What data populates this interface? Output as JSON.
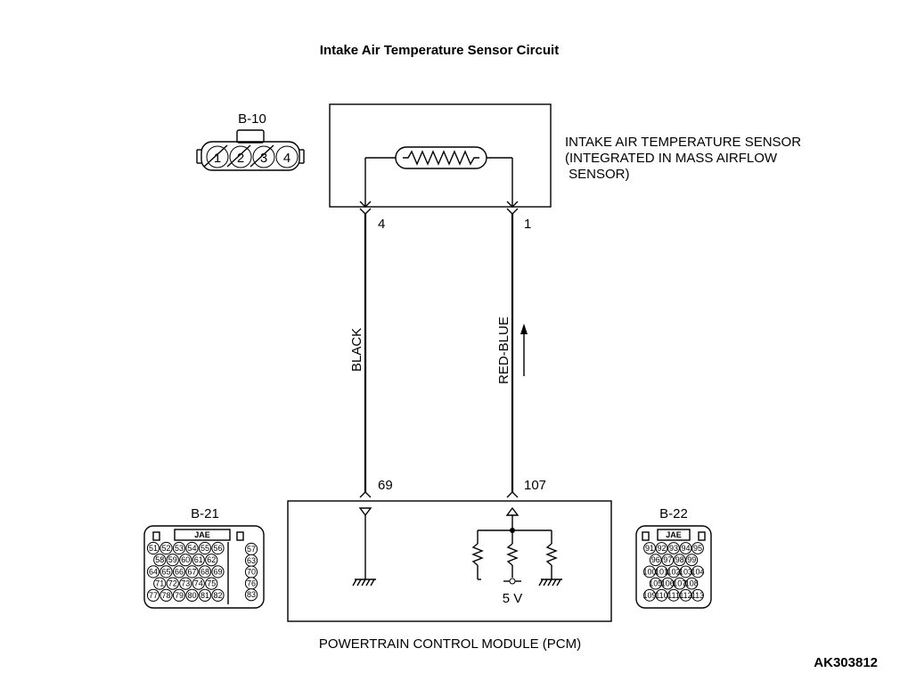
{
  "title": "Intake Air Temperature Sensor Circuit",
  "sensor": {
    "label_lines": [
      "INTAKE AIR TEMPERATURE SENSOR",
      "(INTEGRATED IN MASS AIRFLOW",
      " SENSOR)"
    ],
    "connector": "B-10",
    "connector_pins": [
      "1",
      "2",
      "3",
      "4"
    ],
    "pin_left": "4",
    "pin_right": "1"
  },
  "wires": {
    "left_color": "BLACK",
    "right_color": "RED-BLUE"
  },
  "pcm": {
    "label": "POWERTRAIN CONTROL MODULE (PCM)",
    "pin_left": "69",
    "pin_right": "107",
    "supply_voltage": "5 V"
  },
  "connector_b21": {
    "name": "B-21",
    "maker": "JAE",
    "rows": [
      [
        "51",
        "52",
        "53",
        "54",
        "55",
        "56"
      ],
      [
        "58",
        "59",
        "60",
        "61",
        "62"
      ],
      [
        "64",
        "65",
        "66",
        "67",
        "68",
        "69"
      ],
      [
        "71",
        "72",
        "73",
        "74",
        "75"
      ],
      [
        "77",
        "78",
        "79",
        "80",
        "81",
        "82"
      ]
    ],
    "side_pins": [
      "57",
      "63",
      "70",
      "76",
      "83"
    ]
  },
  "connector_b22": {
    "name": "B-22",
    "maker": "JAE",
    "rows": [
      [
        "91",
        "92",
        "93",
        "94",
        "95"
      ],
      [
        "96",
        "97",
        "98",
        "99"
      ],
      [
        "100",
        "101",
        "102",
        "103",
        "104"
      ],
      [
        "105",
        "106",
        "107",
        "108"
      ],
      [
        "109",
        "110",
        "111",
        "112",
        "113"
      ]
    ]
  },
  "figure_code": "AK303812"
}
